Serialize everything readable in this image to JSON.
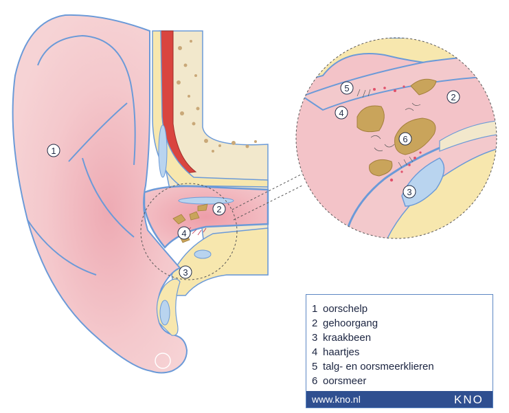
{
  "markers": [
    {
      "id": "oorschelp",
      "text": "1"
    },
    {
      "id": "gehoorgang",
      "text": "2"
    },
    {
      "id": "kraakbeen",
      "text": "3"
    },
    {
      "id": "haartjes",
      "text": "4"
    },
    {
      "id": "klieren",
      "text": "5"
    },
    {
      "id": "oorsmeer",
      "text": "6"
    }
  ],
  "legend": {
    "items": [
      {
        "num": "1",
        "label": "oorschelp"
      },
      {
        "num": "2",
        "label": "gehoorgang"
      },
      {
        "num": "3",
        "label": "kraakbeen"
      },
      {
        "num": "4",
        "label": "haartjes"
      },
      {
        "num": "5",
        "label": "talg- en oorsmeerklieren"
      },
      {
        "num": "6",
        "label": "oorsmeer"
      }
    ],
    "footer_text": "www.kno.nl",
    "logo_text": "KNO"
  },
  "colors": {
    "skin": "#f3c9cc",
    "skin_dark": "#e9a9b0",
    "outline": "#6b9ad8",
    "cartilage": "#f7e7ae",
    "bone": "#f2e8cc",
    "bone_spots": "#c9a878",
    "muscle": "#d9453f",
    "fluid": "#b9d4ef",
    "wax": "#c9a45b",
    "gland_red": "#e0506a",
    "footer": "#2f4f90"
  }
}
